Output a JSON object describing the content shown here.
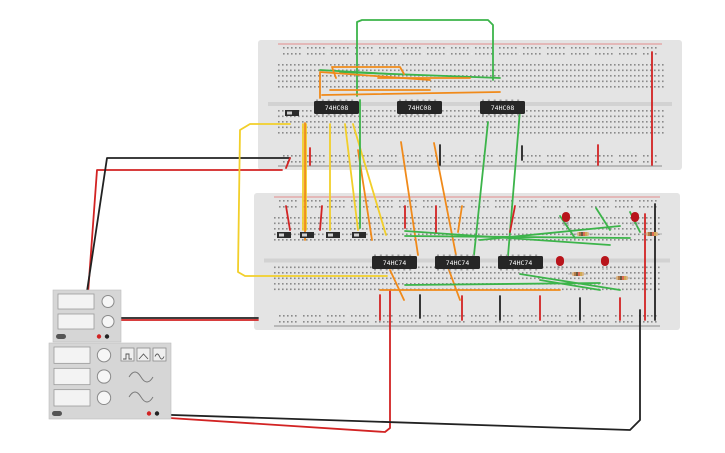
{
  "breadboards": [
    {
      "id": "top",
      "chips": [
        "74HC08",
        "74HC08",
        "74HC08"
      ]
    },
    {
      "id": "bottom",
      "chips": [
        "74HC74",
        "74HC74",
        "74HC74"
      ]
    }
  ],
  "colors": {
    "board": "#e4e4e4",
    "hole": "#8a8a8a",
    "chip": "#262626",
    "chip_label": "#ffffff",
    "rail_red": "#e13434",
    "rail_black": "#333333",
    "wire_red": "#d22323",
    "wire_black": "#222222",
    "wire_green": "#3cb44a",
    "wire_orange": "#f08a1a",
    "wire_yellow": "#f2cf2a",
    "led": "#b8141b",
    "instrument": "#d6d6d6"
  },
  "instruments": {
    "power_supply": {
      "displays": 2,
      "knobs": 2
    },
    "function_generator": {
      "displays": 3,
      "knobs": 3,
      "wave_buttons": [
        "square-wave-icon",
        "triangle-wave-icon",
        "sine-wave-icon"
      ]
    }
  }
}
